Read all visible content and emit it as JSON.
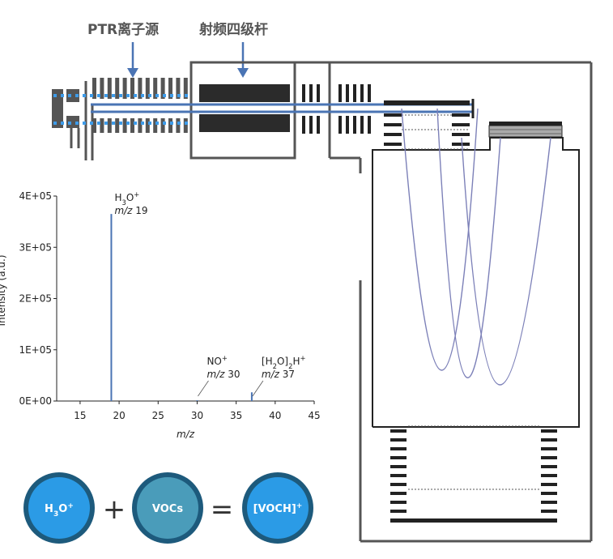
{
  "labels": {
    "ion_source": "PTR离子源",
    "quadrupole": "射频四级杆"
  },
  "chart_data": {
    "type": "bar",
    "xlabel": "m/z",
    "ylabel": "Intensity (a.u.)",
    "xlim": [
      12,
      45
    ],
    "ylim": [
      0,
      400000
    ],
    "x_ticks": [
      15,
      20,
      25,
      30,
      35,
      40,
      45
    ],
    "x_tick_labels": [
      "15",
      "20",
      "25",
      "30",
      "35",
      "40",
      "45"
    ],
    "y_ticks": [
      0,
      100000,
      200000,
      300000,
      400000
    ],
    "y_tick_labels": [
      "0E+00",
      "1E+05",
      "2E+05",
      "3E+05",
      "4E+05"
    ],
    "peaks": [
      {
        "x": 19,
        "y": 365000,
        "ion": "H3O+",
        "mz_label": "m/z 19"
      },
      {
        "x": 30,
        "y": 1500,
        "ion": "NO+",
        "mz_label": "m/z 30"
      },
      {
        "x": 37,
        "y": 17000,
        "ion": "[H2O]2H+",
        "mz_label": "m/z 37"
      }
    ],
    "grid": false
  },
  "equation": {
    "reactant": "H3O+",
    "plus": "+",
    "vocs": "VOCs",
    "equals": "=",
    "product": "[VOCH]+"
  },
  "colors": {
    "beam": "#4a74b4",
    "trajectory": "#7c80b8",
    "frame": "#555555",
    "circle_light": "#2b9be6",
    "circle_mid": "#4a9cba",
    "circle_ring": "#1d5a7c"
  }
}
